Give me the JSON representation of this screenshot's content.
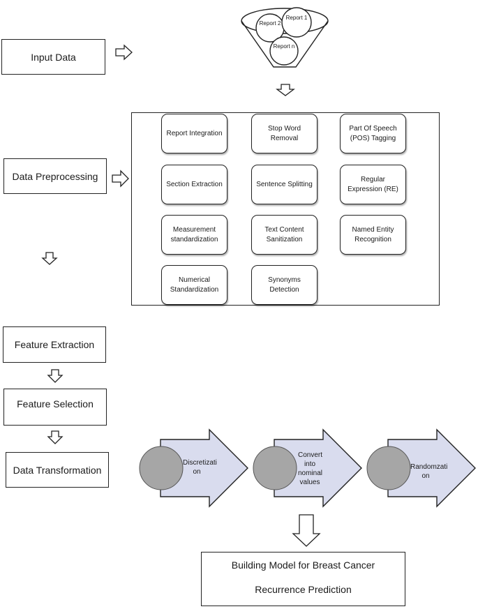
{
  "stages": {
    "input_data": "Input Data",
    "data_preprocessing": "Data Preprocessing",
    "feature_extraction": "Feature Extraction",
    "feature_selection": "Feature Selection",
    "data_transformation": "Data Transformation"
  },
  "funnel": {
    "report_1": "Report 1",
    "report_2": "Report 2",
    "report_n": "Report n"
  },
  "preprocessing_tasks": [
    "Report Integration",
    "Stop Word Removal",
    "Part Of Speech (POS) Tagging",
    "Section Extraction",
    "Sentence Splitting",
    "Regular Expression (RE)",
    "Measurement standardization",
    "Text Content Sanitization",
    "Named Entity Recognition",
    "Numerical Standardization",
    "Synonyms Detection"
  ],
  "transformation_steps": [
    "Discretizati on",
    "Convert into nominal values",
    "Randomzati on"
  ],
  "final": {
    "line1": "Building Model for Breast Cancer",
    "line2": "Recurrence Prediction"
  },
  "colors": {
    "arrow_fill": "#d9dcee",
    "circle_fill": "#a6a6a6",
    "stroke": "#222222"
  }
}
